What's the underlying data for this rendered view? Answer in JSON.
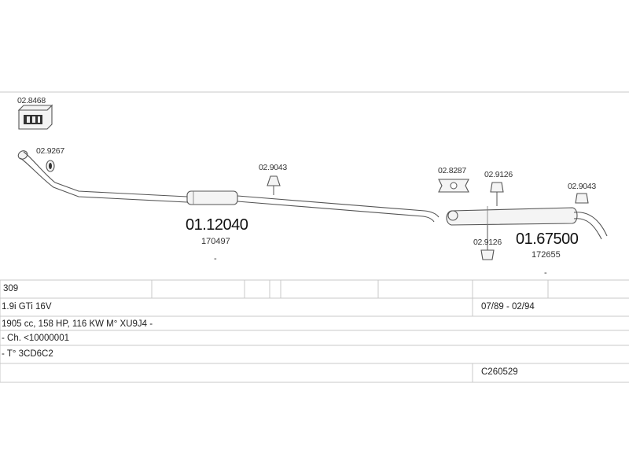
{
  "parts": {
    "mounting_kit": "02.8468",
    "front_clamp": "02.9267",
    "middle_hanger": "02.9043",
    "flange_clamp": "02.8287",
    "rear_hanger_top": "02.9126",
    "rear_hanger_end": "02.9043",
    "rear_hanger_bottom": "02.9126",
    "middle_silencer": "01.12040",
    "middle_silencer_ref": "170497",
    "rear_silencer": "01.67500",
    "rear_silencer_ref": "172655"
  },
  "table": {
    "model": "309",
    "engine": "1.9i GTi 16V",
    "dates": "07/89 - 02/94",
    "spec": "1905 cc, 158 HP, 116 KW M° XU9J4 -",
    "chassis": "- Ch. <10000001",
    "type": "- T° 3CD6C2",
    "code": "C260529"
  }
}
